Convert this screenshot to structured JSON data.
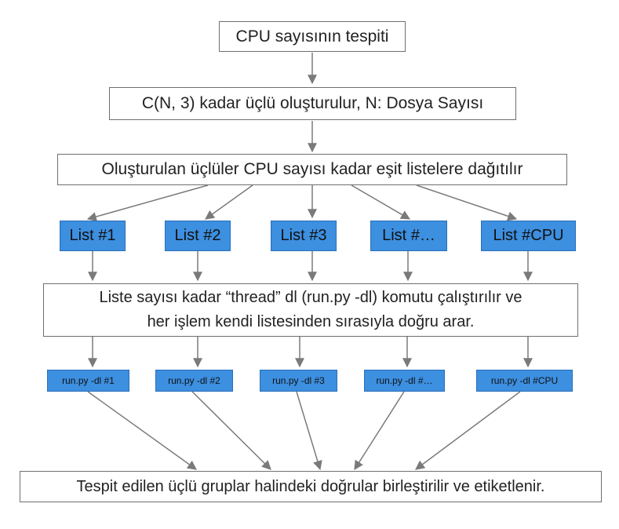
{
  "diagram": {
    "steps": {
      "cpu_count": "CPU sayısının tespiti",
      "combinations": "C(N, 3) kadar üçlü oluşturulur, N: Dosya Sayısı",
      "distribute": "Oluşturulan üçlüler CPU sayısı kadar eşit listelere dağıtılır",
      "run_line1": "Liste sayısı kadar “thread” dl (run.py -dl) komutu çalıştırılır ve",
      "run_line2": "her işlem kendi listesinden sırasıyla doğru arar.",
      "merge": "Tespit edilen üçlü gruplar halindeki doğrular birleştirilir ve etiketlenir."
    },
    "lists": [
      "List #1",
      "List #2",
      "List #3",
      "List #…",
      "List #CPU"
    ],
    "commands": [
      "run.py -dl #1",
      "run.py -dl #2",
      "run.py -dl #3",
      "run.py -dl #…",
      "run.py -dl #CPU"
    ],
    "colors": {
      "box_fill_blue": "#3d8fe0",
      "box_border": "#6f6f6f",
      "arrow": "#7a7a7a"
    }
  }
}
